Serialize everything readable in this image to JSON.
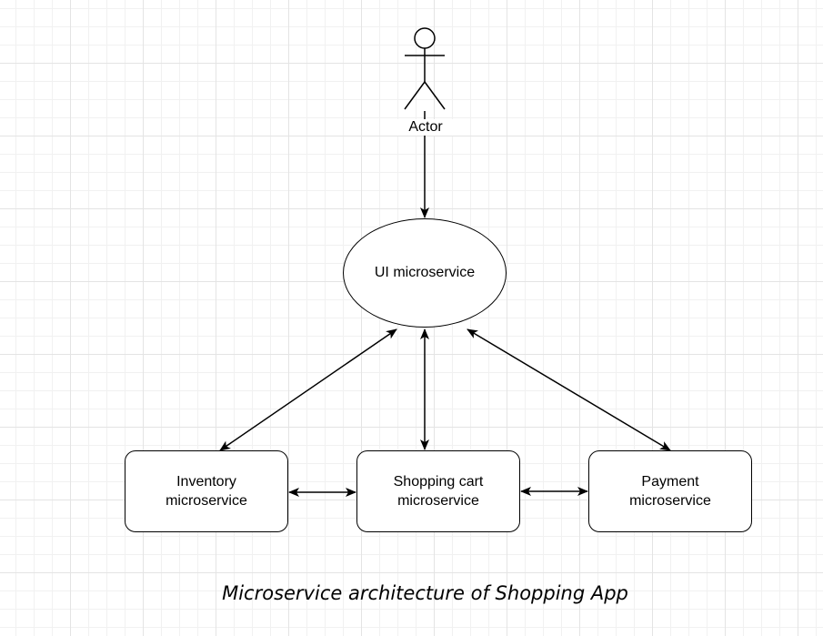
{
  "diagram": {
    "actor": {
      "label": "Actor"
    },
    "ui_node": {
      "label": "UI microservice"
    },
    "services": [
      {
        "line1": "Inventory",
        "line2": "microservice"
      },
      {
        "line1": "Shopping cart",
        "line2": "microservice"
      },
      {
        "line1": "Payment",
        "line2": "microservice"
      }
    ],
    "caption": "Microservice architecture of Shopping App"
  },
  "colors": {
    "stroke": "#000000",
    "background": "#ffffff",
    "grid": "#e4e4e4"
  }
}
